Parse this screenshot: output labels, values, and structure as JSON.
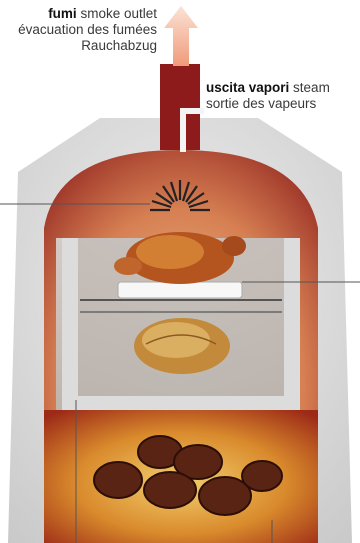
{
  "labels": {
    "smoke_outlet": {
      "bold": "fumi",
      "line1_rest": "smoke outlet",
      "line2": "évacuation des fumées",
      "line3": "Rauchabzug"
    },
    "steam_outlet": {
      "bold": "uscita vapori",
      "line1_rest": "steam",
      "line2": "sortie des vapeurs"
    }
  },
  "colors": {
    "outer_shell": "#d9d9d9",
    "fire_red": "#8e1b1b",
    "oven_chamber": "#c9c6c2",
    "ember": "#e0a640",
    "outlet_arrow": "#f3a987"
  },
  "icons": {
    "arrow": "up-arrow-icon",
    "fan": "fan-icon",
    "chicken": "roast-chicken-icon",
    "bread": "bread-loaf-icon",
    "fire": "fire-logs-icon"
  }
}
